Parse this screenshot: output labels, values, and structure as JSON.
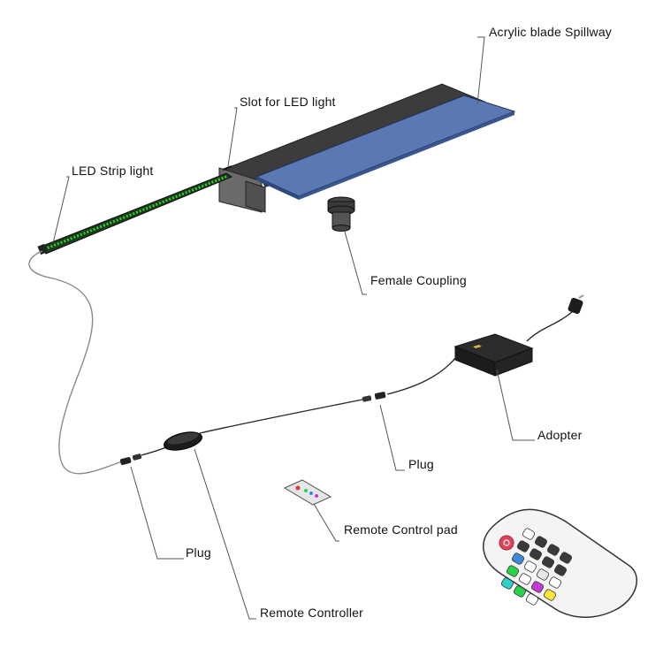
{
  "labels": {
    "acrylic_blade_spillway": "Acrylic blade Spillway",
    "slot_for_led_light": "Slot for LED light",
    "led_strip_light": "LED Strip light",
    "female_coupling": "Female Coupling",
    "adopter": "Adopter",
    "plug_right": "Plug",
    "plug_left": "Plug",
    "remote_control_pad": "Remote Control pad",
    "remote_controller": "Remote Controller"
  },
  "colors": {
    "acrylic_blade": "#5a78b4",
    "spillway_body": "#3a3a3a",
    "led_green": "#33cc33",
    "background": "#ffffff"
  },
  "remote_buttons": [
    "#ffffff",
    "#3a3a3a",
    "#3a3a3a",
    "#3a3a3a",
    "#3a3a3a",
    "#3a3a3a",
    "#3a3a3a",
    "#3a3a3a",
    "#3a8bd8",
    "#ffffff",
    "#e8e8e8",
    "#ffffff",
    "#2ad24a",
    "#ffffff",
    "#c43ad8",
    "#ffe53a",
    "#2ad2c8",
    "#2ad24a",
    "#ffffff"
  ]
}
